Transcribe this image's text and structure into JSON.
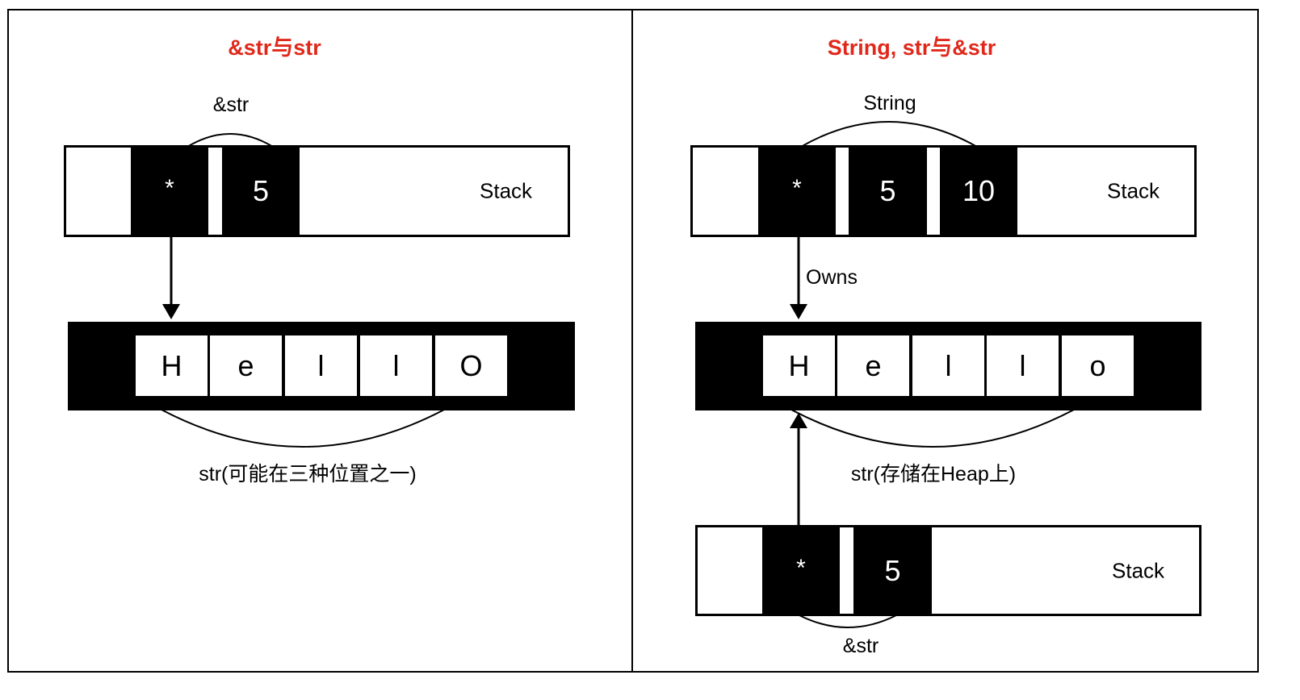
{
  "left_panel": {
    "title": "&str与str",
    "ref_label": "&str",
    "stack": {
      "cells": [
        "*",
        "5"
      ],
      "label": "Stack"
    },
    "heap": {
      "chars": [
        "H",
        "e",
        "l",
        "l",
        "O"
      ]
    },
    "caption": "str(可能在三种位置之一)"
  },
  "right_panel": {
    "title": "String, str与&str",
    "string_label": "String",
    "stack": {
      "cells": [
        "*",
        "5",
        "10"
      ],
      "label": "Stack"
    },
    "owns_label": "Owns",
    "heap": {
      "chars": [
        "H",
        "e",
        "l",
        "l",
        "o"
      ]
    },
    "caption": "str(存储在Heap上)",
    "bottom_stack": {
      "cells": [
        "*",
        "5"
      ],
      "label": "Stack"
    },
    "ref_label": "&str"
  }
}
